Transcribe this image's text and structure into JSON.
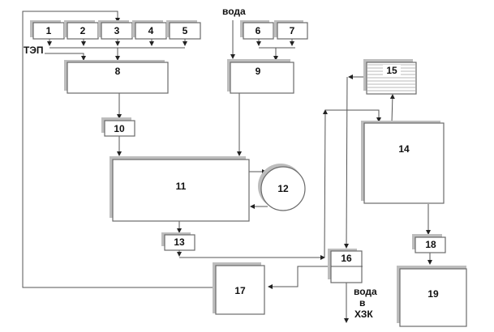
{
  "diagram": {
    "blocks": {
      "b1": "1",
      "b2": "2",
      "b3": "3",
      "b4": "4",
      "b5": "5",
      "b6": "6",
      "b7": "7",
      "b8": "8",
      "b9": "9",
      "b10": "10",
      "b11": "11",
      "b12": "12",
      "b13": "13",
      "b14": "14",
      "b15": "15",
      "b16": "16",
      "b17": "17",
      "b18": "18",
      "b19": "19"
    },
    "labels": {
      "tep": "ТЭП",
      "water_in": "вода",
      "water_out_1": "вода",
      "water_out_2": "в",
      "water_out_3": "ХЗК"
    },
    "colors": {
      "box_border": "#6a6a6a",
      "shadow": "#bdbdbd",
      "line": "#555555"
    }
  }
}
